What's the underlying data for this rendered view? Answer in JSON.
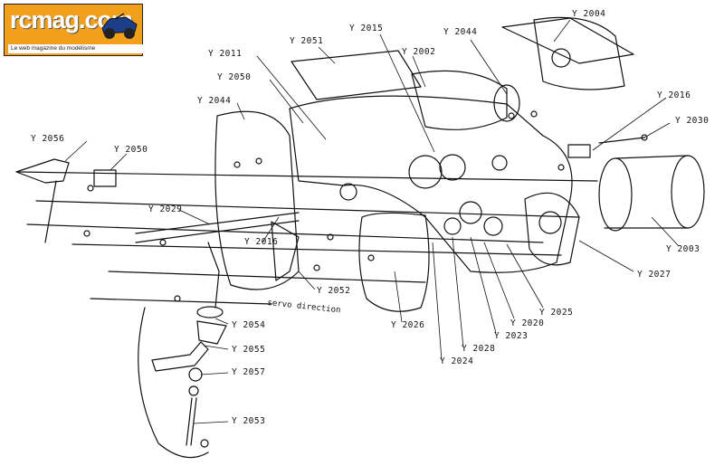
{
  "logo": {
    "brand": "rcmag.com",
    "tagline": "Le web magazine du modélisme"
  },
  "parts": [
    {
      "id": "y-2004",
      "label": "Y 2004"
    },
    {
      "id": "y-2051",
      "label": "Y 2051"
    },
    {
      "id": "y-2015",
      "label": "Y 2015"
    },
    {
      "id": "y-2002",
      "label": "Y 2002"
    },
    {
      "id": "y-2044-top",
      "label": "Y 2044"
    },
    {
      "id": "y-2011",
      "label": "Y 2011"
    },
    {
      "id": "y-2050-top",
      "label": "Y 2050"
    },
    {
      "id": "y-2044-left",
      "label": "Y 2044"
    },
    {
      "id": "y-2016-right",
      "label": "Y 2016"
    },
    {
      "id": "y-2030",
      "label": "Y 2030"
    },
    {
      "id": "y-2056",
      "label": "Y 2056"
    },
    {
      "id": "y-2050-left",
      "label": "Y 2050"
    },
    {
      "id": "y-2029",
      "label": "Y 2029"
    },
    {
      "id": "y-2016-mid",
      "label": "Y 2016"
    },
    {
      "id": "y-2003",
      "label": "Y 2003"
    },
    {
      "id": "y-2027",
      "label": "Y 2027"
    },
    {
      "id": "y-2052",
      "label": "Y 2052"
    },
    {
      "id": "y-2025",
      "label": "Y 2025"
    },
    {
      "id": "y-2054",
      "label": "Y 2054"
    },
    {
      "id": "y-2026",
      "label": "Y 2026"
    },
    {
      "id": "y-2020",
      "label": "Y 2020"
    },
    {
      "id": "y-2023",
      "label": "Y 2023"
    },
    {
      "id": "y-2055",
      "label": "Y 2055"
    },
    {
      "id": "y-2028",
      "label": "Y 2028"
    },
    {
      "id": "y-2024",
      "label": "Y 2024"
    },
    {
      "id": "y-2057",
      "label": "Y 2057"
    },
    {
      "id": "y-2053",
      "label": "Y 2053"
    }
  ],
  "annotations": {
    "servo_direction": "servo direction"
  }
}
